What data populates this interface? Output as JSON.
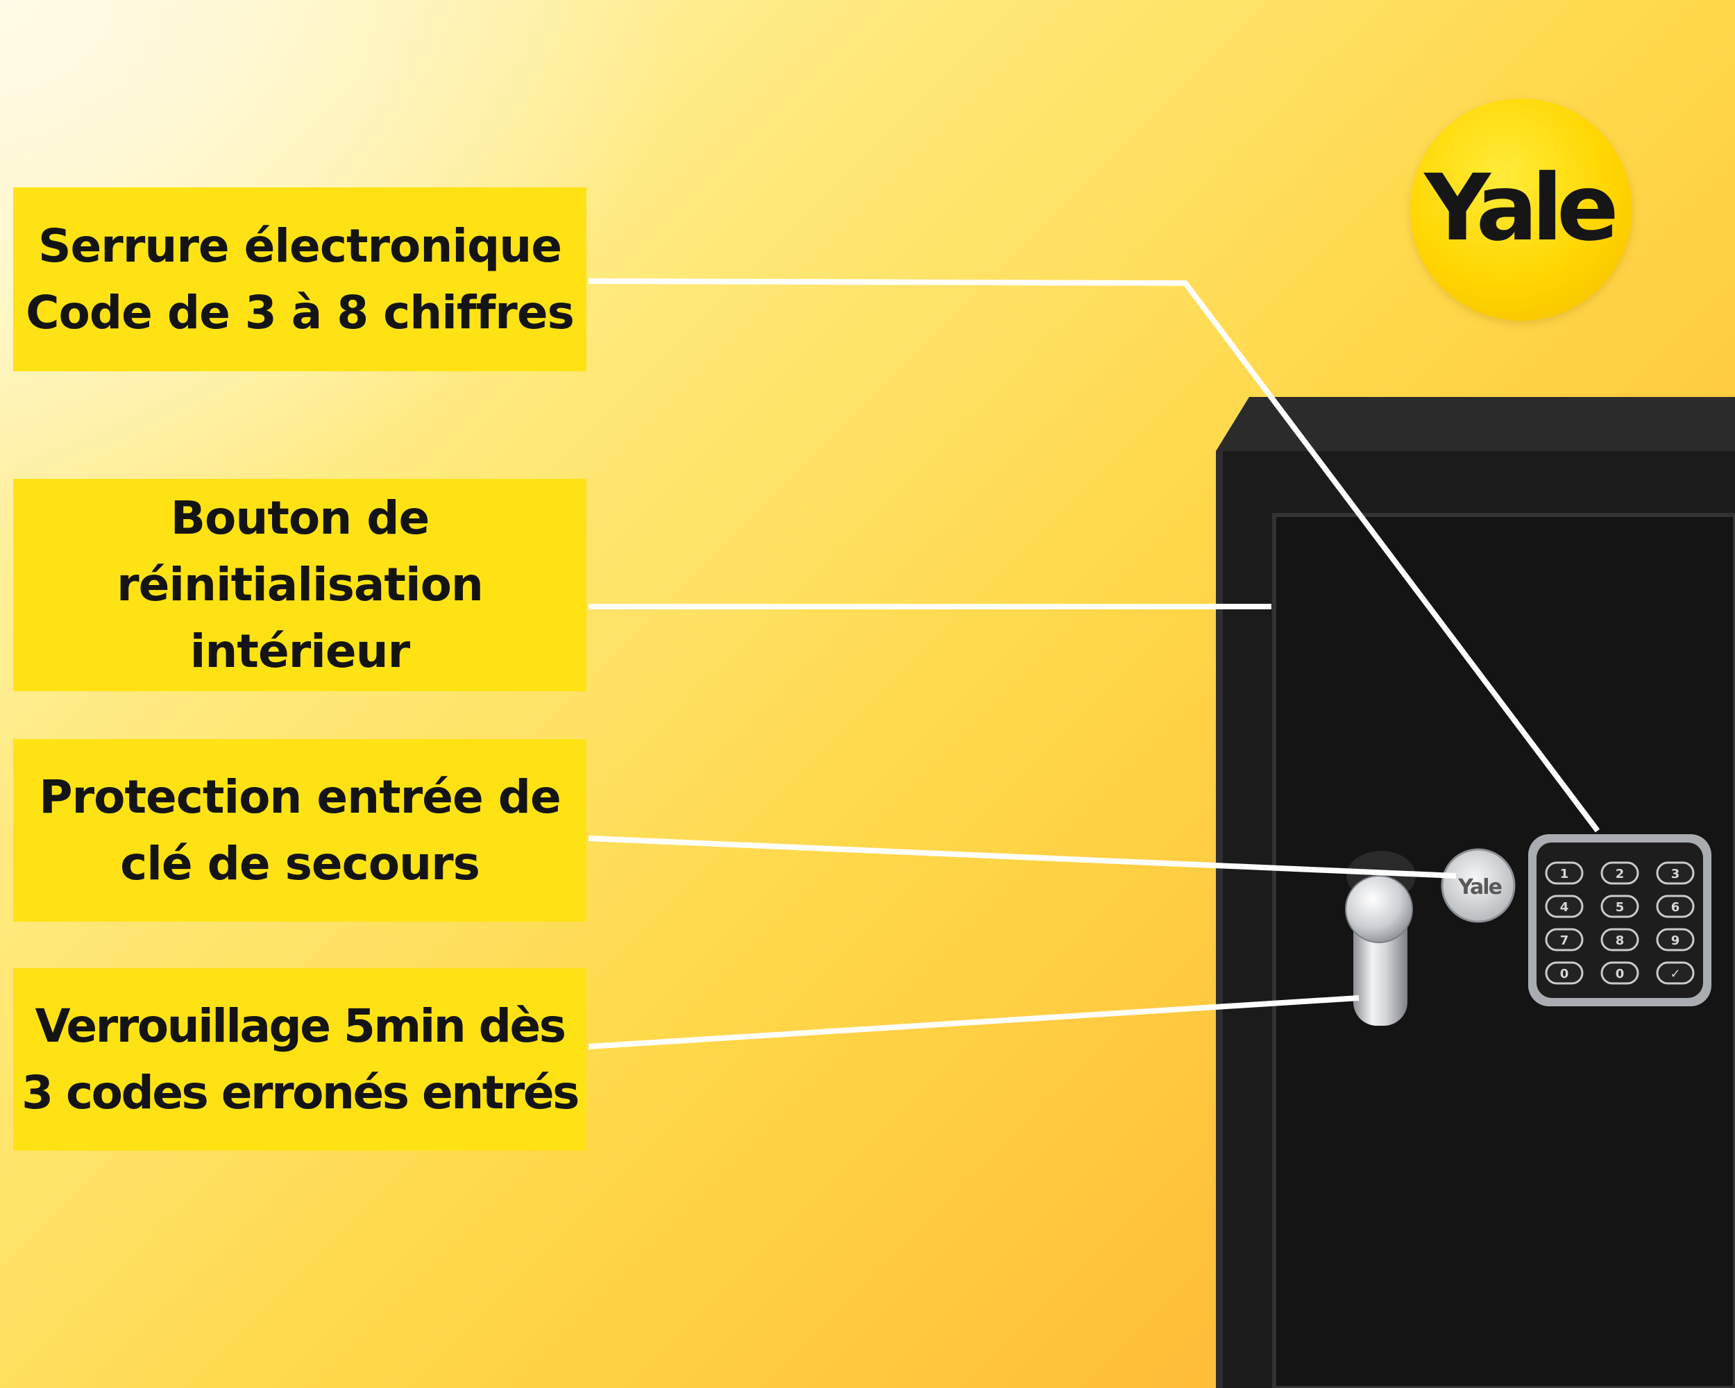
{
  "callouts": [
    {
      "lines": [
        "Serrure électronique",
        "Code de 3 à 8 chiffres"
      ]
    },
    {
      "lines": [
        "Bouton de",
        "réinitialisation",
        "intérieur"
      ]
    },
    {
      "lines": [
        "Protection entrée de",
        "clé de secours"
      ]
    },
    {
      "lines": [
        "Verrouillage 5min dès",
        "3 codes erronés entrés"
      ]
    }
  ],
  "brand": {
    "logo_text": "Yale",
    "badge_text": "Yale"
  },
  "keypad": {
    "keys": [
      "1",
      "2",
      "3",
      "4",
      "5",
      "6",
      "7",
      "8",
      "9",
      "0",
      "0",
      "✓"
    ]
  },
  "colors": {
    "callout_bg": "#ffe214",
    "logo_yellow": "#ffd600",
    "safe_body": "#1a1a1a",
    "leader_line": "#ffffff"
  }
}
